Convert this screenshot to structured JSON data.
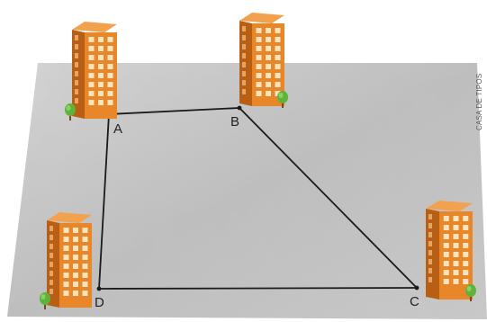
{
  "points": [
    {
      "id": "A",
      "label": "A"
    },
    {
      "id": "B",
      "label": "B"
    },
    {
      "id": "C",
      "label": "C"
    },
    {
      "id": "D",
      "label": "D"
    }
  ],
  "edges": [
    [
      "A",
      "B"
    ],
    [
      "B",
      "C"
    ],
    [
      "C",
      "D"
    ],
    [
      "D",
      "A"
    ]
  ],
  "credit": "CASA DE TIPOS",
  "colors": {
    "ground": "#c4c4c4",
    "line": "#1a1a1a",
    "building_front": "#e8862a",
    "building_side": "#b95f14",
    "building_top": "#f2a24e",
    "window": "#fbe3bd",
    "tree": "#5fb33a",
    "trunk": "#7a4a1c"
  }
}
